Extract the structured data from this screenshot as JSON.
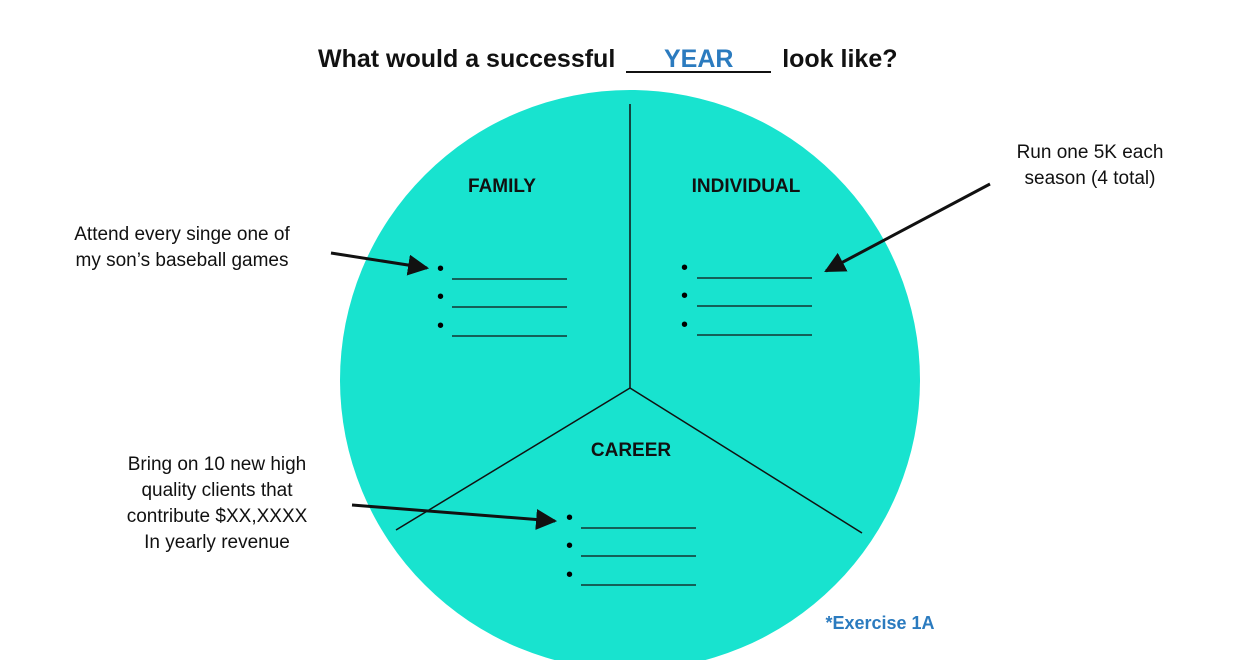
{
  "title": {
    "prefix": "What would a successful",
    "blank_word": "YEAR",
    "suffix": "look like?"
  },
  "colors": {
    "circle_fill": "#18e3cf",
    "accent_blue": "#2b7bbf",
    "line": "#111111"
  },
  "sections": {
    "family": "FAMILY",
    "individual": "INDIVIDUAL",
    "career": "CAREER"
  },
  "notes": {
    "family": [
      "Attend every singe one of",
      "my son’s baseball games"
    ],
    "individual": [
      "Run one 5K each",
      "season (4 total)"
    ],
    "career": [
      "Bring on 10 new high",
      "quality clients that",
      "contribute $XX,XXXX",
      "In yearly revenue"
    ]
  },
  "bullet_glyph": "•",
  "exercise_label": "*Exercise 1A"
}
